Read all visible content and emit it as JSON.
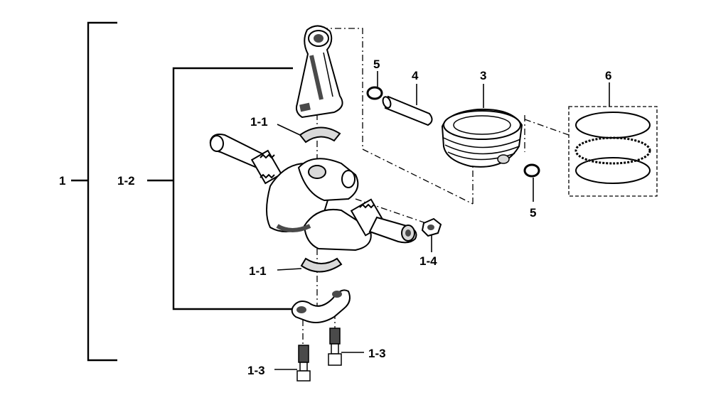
{
  "labels": {
    "assembly": "1",
    "crankshaft_assembly": "1-2",
    "bearing_upper": "1-1",
    "bearing_lower": "1-1",
    "bolt_left": "1-3",
    "bolt_right": "1-3",
    "nut": "1-4",
    "piston": "3",
    "piston_pin": "4",
    "circlip_top": "5",
    "circlip_bottom": "5",
    "piston_rings": "6"
  },
  "colors": {
    "line": "#000000",
    "part_fill": "#ffffff",
    "shade_light": "#d9d9d9",
    "shade_dark": "#4a4a4a"
  }
}
